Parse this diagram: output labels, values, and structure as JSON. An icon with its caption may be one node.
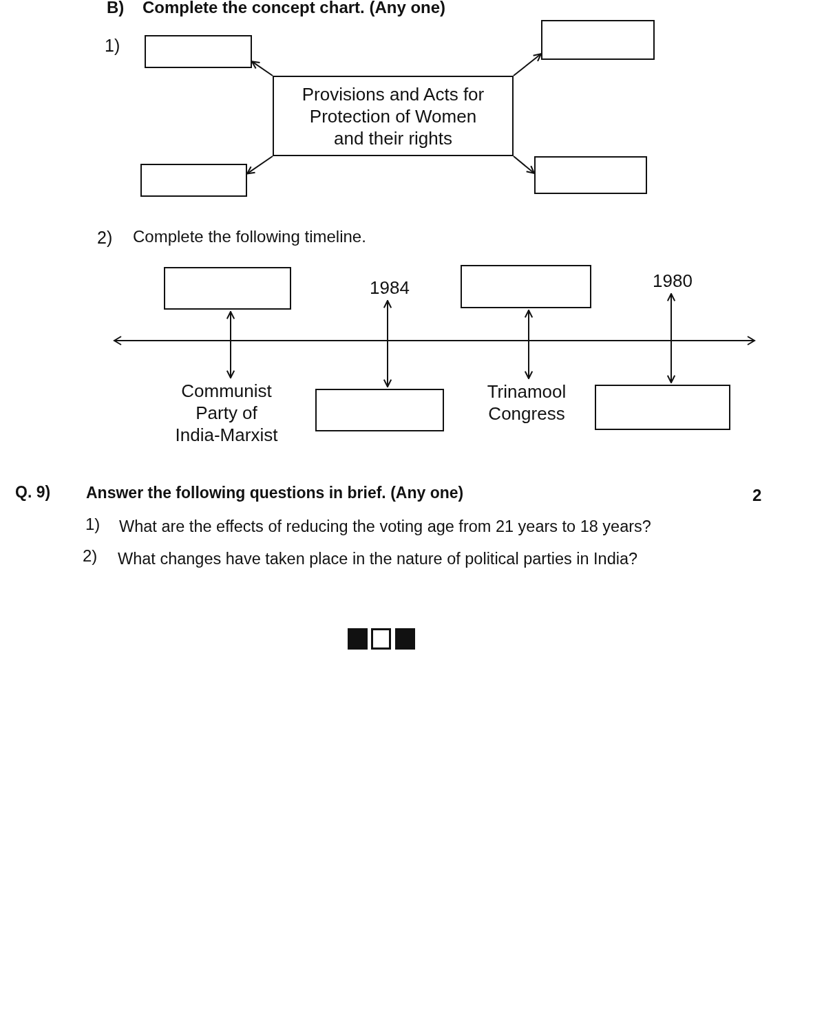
{
  "diagram": {
    "nodes": [
      {
        "text": [
          "Provisions and Acts for Protection of Women and their rights"
        ]
      },
      {
        "text": [],
        "shape": "box"
      },
      {
        "text": [],
        "shape": "box"
      },
      {
        "text": [],
        "shape": "box"
      },
      {
        "text": [],
        "shape": "box"
      },
      {
        "text": [],
        "shape": "box"
      },
      {
        "text": [
          "1984"
        ]
      },
      {
        "text": [],
        "shape": "box"
      },
      {
        "text": [
          "1980"
        ]
      },
      {
        "text": [
          "Communist Party of India-Marxist"
        ]
      },
      {
        "text": [],
        "shape": "box"
      },
      {
        "text": [
          "Trinamool Congress"
        ]
      },
      {
        "text": [],
        "shape": "box"
      }
    ],
    "edges": [
      {
        "from": 0,
        "to": 1,
        "arrow": "to"
      },
      {
        "from": 0,
        "to": 2,
        "arrow": "to"
      },
      {
        "from": 0,
        "to": 3,
        "arrow": "to"
      },
      {
        "from": 0,
        "to": 4,
        "arrow": "to"
      },
      {
        "from": 5,
        "to": 9,
        "arrow": "both"
      },
      {
        "from": 6,
        "to": 10,
        "arrow": "both"
      },
      {
        "from": 7,
        "to": 11,
        "arrow": "both"
      },
      {
        "from": 8,
        "to": 12,
        "arrow": "both"
      }
    ],
    "labels": [
      "B)",
      "Complete the concept chart. (Any one)",
      "1)",
      "2)",
      "Complete the following timeline.",
      "Q. 9)",
      "Answer the following questions in brief. (Any one)",
      "2",
      "1)",
      "What are the effects of reducing the voting age from 21 years to 18 years?",
      "2)",
      "What changes have taken place in the nature of political parties in India?"
    ]
  }
}
